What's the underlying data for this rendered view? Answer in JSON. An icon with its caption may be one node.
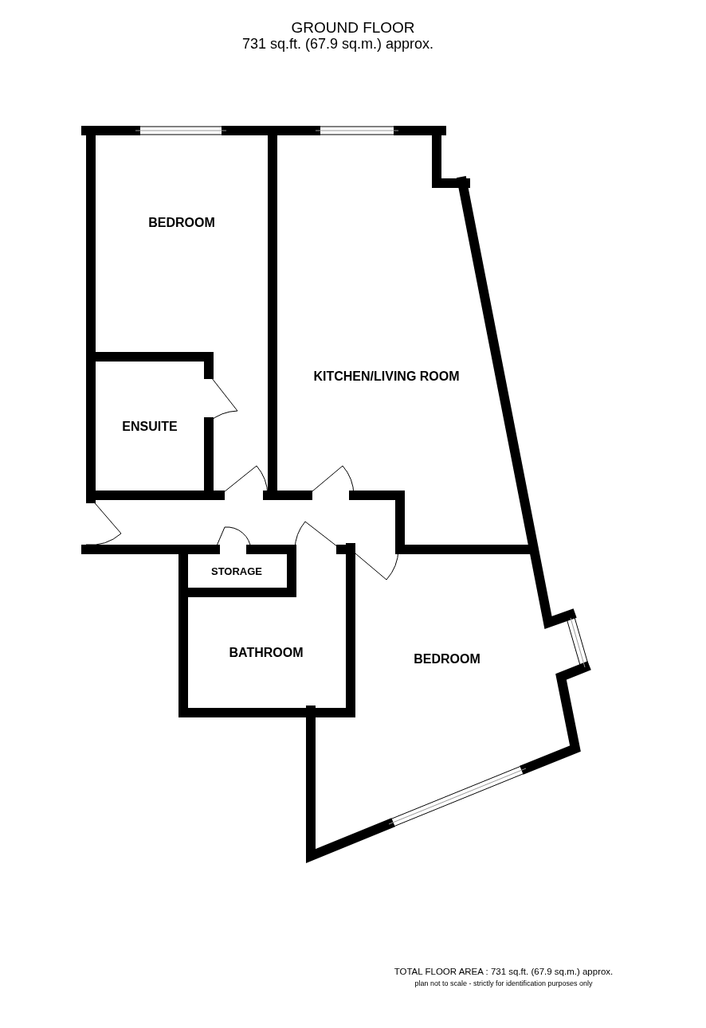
{
  "diagram": {
    "title": "GROUND FLOOR",
    "labels": [
      "731 sq.ft. (67.9 sq.m.) approx.",
      "BEDROOM",
      "KITCHEN/LIVING ROOM",
      "ENSUITE",
      "STORAGE",
      "BATHROOM",
      "BEDROOM",
      "TOTAL FLOOR AREA : 731 sq.ft. (67.9 sq.m.) approx.",
      "plan not to scale - strictly for identification purposes only"
    ]
  }
}
